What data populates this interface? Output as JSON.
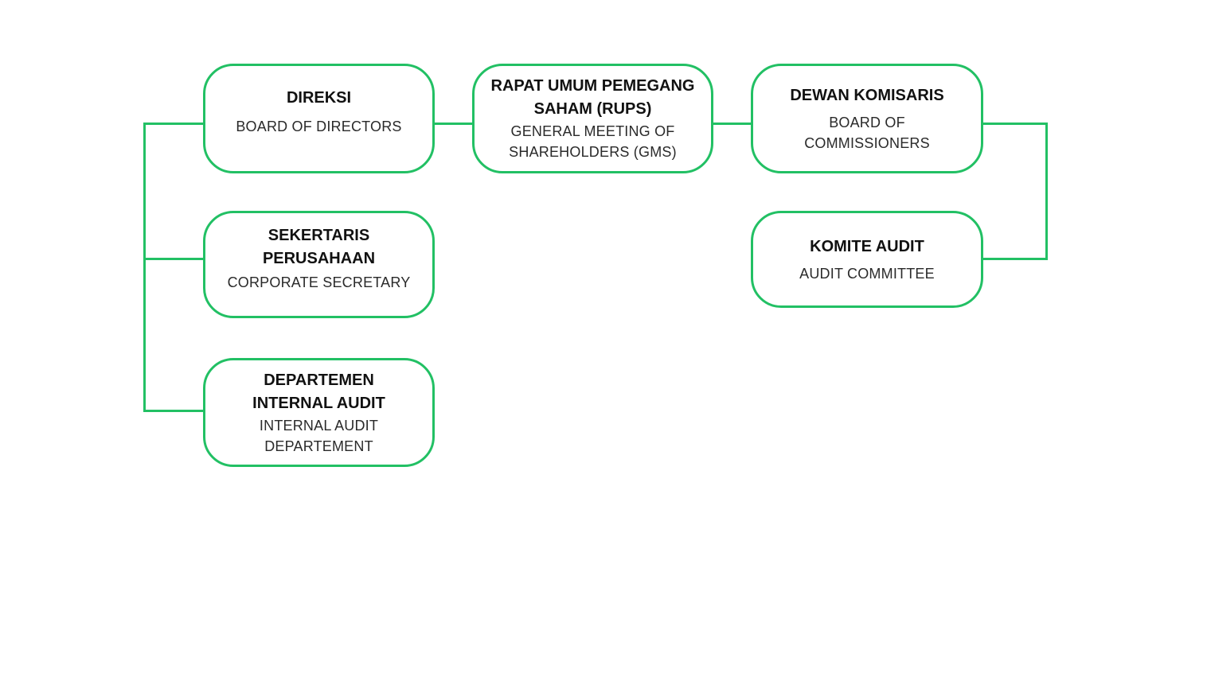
{
  "diagram": {
    "line_color": "#22c064",
    "nodes": {
      "direksi": {
        "title": "DIREKSI",
        "subtitle": "BOARD OF DIRECTORS"
      },
      "rups": {
        "title_1": "RAPAT UMUM PEMEGANG",
        "title_2": "SAHAM (RUPS)",
        "subtitle_1": "GENERAL MEETING OF",
        "subtitle_2": "SHAREHOLDERS (GMS)"
      },
      "dewan_komisaris": {
        "title": "DEWAN KOMISARIS",
        "subtitle_1": "BOARD OF",
        "subtitle_2": "COMMISSIONERS"
      },
      "sekretaris": {
        "title_1": "SEKERTARIS",
        "title_2": "PERUSAHAAN",
        "subtitle": "CORPORATE SECRETARY"
      },
      "komite_audit": {
        "title": "KOMITE AUDIT",
        "subtitle": "AUDIT COMMITTEE"
      },
      "internal_audit": {
        "title_1": "DEPARTEMEN",
        "title_2": "INTERNAL AUDIT",
        "subtitle_1": "INTERNAL AUDIT",
        "subtitle_2": "DEPARTEMENT"
      }
    }
  }
}
